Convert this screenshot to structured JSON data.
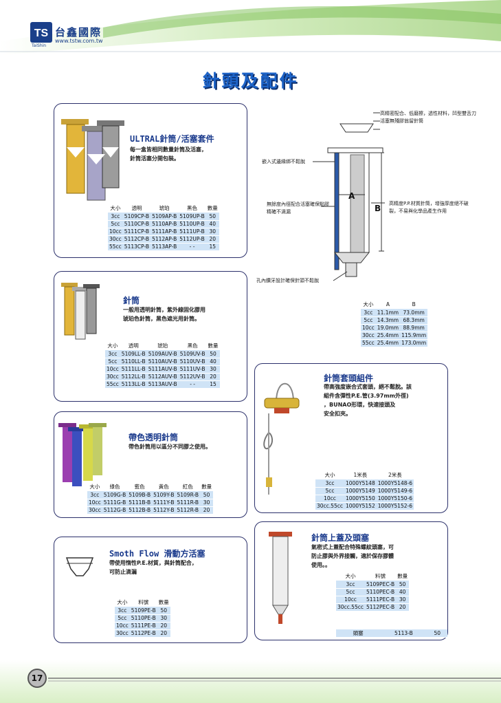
{
  "header": {
    "brand": "台鑫國際",
    "url": "www.tstw.com.tw",
    "logo_sub": "TaiShin",
    "logo_mark": "TS"
  },
  "page_title": "針頭及配件",
  "diagram": {
    "note_cap": "高精密配合、低磨擦，透性材料，凹型雙舌刀活塞無殘膠翁留針筒",
    "note_insert": "嵌入式邊緣綁不鬆脫",
    "note_clean": "無餘度內徑配合活塞確保點膠精確不滴漏",
    "note_pp": "高精度P.P.材質針筒，增強厚度絕不破裂，不易與化學品產生作用",
    "note_thread": "孔內鑽牙設計確保針頭不鬆脫",
    "label_a": "A",
    "label_b": "B"
  },
  "ultral": {
    "title": "ULTRAL針筒/活塞套件",
    "desc1": "每一盒皆相同數量針筒及活塞，",
    "desc2": "針筒活塞分開包裝。",
    "headers": [
      "大小",
      "透明",
      "琥珀",
      "黑色",
      "數量"
    ],
    "rows": [
      [
        "3cc",
        "5109CP-B",
        "5109AP-B",
        "5109UP-B",
        "50"
      ],
      [
        "5cc",
        "5110CP-B",
        "5110AP-B",
        "5110UP-B",
        "40"
      ],
      [
        "10cc",
        "5111CP-B",
        "5111AP-B",
        "5111UP-B",
        "30"
      ],
      [
        "30cc",
        "5112CP-B",
        "5112AP-B",
        "5112UP-B",
        "20"
      ],
      [
        "55cc",
        "5113CP-B",
        "5113AP-B",
        "- -",
        "15"
      ]
    ]
  },
  "dims": {
    "headers": [
      "大小",
      "A",
      "B"
    ],
    "rows": [
      [
        "3cc",
        "11.1mm",
        "73.0mm"
      ],
      [
        "5cc",
        "14.3mm",
        "68.3mm"
      ],
      [
        "10cc",
        "19.0mm",
        "88.9mm"
      ],
      [
        "30cc",
        "25.4mm",
        "115.9mm"
      ],
      [
        "55cc",
        "25.4mm",
        "173.0mm"
      ]
    ]
  },
  "syringe": {
    "title": "針筒",
    "desc1": "一般用透明針筒，紫外線固化膠用",
    "desc2": "琥珀色針筒，黑色遮光用針筒。",
    "headers": [
      "大小",
      "透明",
      "琥珀",
      "黑色",
      "數量"
    ],
    "rows": [
      [
        "3cc",
        "5109LL-B",
        "5109AUV-B",
        "5109UV-B",
        "50"
      ],
      [
        "5cc",
        "5110LL-B",
        "5110AUV-B",
        "5110UV-B",
        "40"
      ],
      [
        "10cc",
        "5111LL-B",
        "5111AUV-B",
        "5111UV-B",
        "30"
      ],
      [
        "30cc",
        "5112LL-B",
        "5112AUV-B",
        "5112UV-B",
        "20"
      ],
      [
        "55cc",
        "5113LL-B",
        "5113AUV-B",
        "- -",
        "15"
      ]
    ]
  },
  "connector": {
    "title": "針筒套頭組件",
    "desc1": "帶高強度嵌合式套頭，絕不鬆脫。該",
    "desc2": "組件含彈性P.E.管(3.97mm外徑)",
    "desc3": "，BUNAO形環，快速接頭及",
    "desc4": "安全扣夾。",
    "headers": [
      "大小",
      "1米長",
      "2米長"
    ],
    "rows": [
      [
        "3cc",
        "1000Y5148",
        "1000Y5148-6"
      ],
      [
        "5cc",
        "1000Y5149",
        "1000Y5149-6"
      ],
      [
        "10cc",
        "1000Y5150",
        "1000Y5150-6"
      ],
      [
        "30cc.55cc",
        "1000Y5152",
        "1000Y5152-6"
      ]
    ]
  },
  "colored": {
    "title": "帶色透明針筒",
    "desc1": "帶色針筒用以區分不同膠之使用。",
    "headers": [
      "大小",
      "綠色",
      "藍色",
      "黃色",
      "紅色",
      "數量"
    ],
    "rows": [
      [
        "3cc",
        "5109G-B",
        "5109B-B",
        "5109Y-B",
        "5109R-B",
        "50"
      ],
      [
        "10cc",
        "5111G-B",
        "5111B-B",
        "5111Y-B",
        "5111R-B",
        "30"
      ],
      [
        "30cc",
        "5112G-B",
        "5112B-B",
        "5112Y-B",
        "5112R-B",
        "20"
      ]
    ]
  },
  "piston": {
    "title": "Smoth Flow 滑動方活塞",
    "desc1": "帶使用惰性P.E.材質，與針筒配合，",
    "desc2": "可防止滴漏",
    "headers": [
      "大小",
      "料號",
      "數量"
    ],
    "rows": [
      [
        "3cc",
        "5109PE-B",
        "50"
      ],
      [
        "5cc",
        "5110PE-B",
        "30"
      ],
      [
        "10cc",
        "5111PE-B",
        "20"
      ],
      [
        "30cc",
        "5112PE-B",
        "20"
      ]
    ]
  },
  "caps": {
    "title": "針筒上蓋及頭塞",
    "desc1": "氣密式上蓋配合特殊螺紋頭塞，可",
    "desc2": "防止膠與外界接觸，適於保存膠體",
    "desc3": "使用。。",
    "headers": [
      "大小",
      "料號",
      "數量"
    ],
    "rows": [
      [
        "3cc",
        "5109PEC-B",
        "50"
      ],
      [
        "5cc",
        "5110PEC-B",
        "40"
      ],
      [
        "10cc",
        "5111PEC-B",
        "30"
      ],
      [
        "30cc.55cc",
        "5112PEC-B",
        "20"
      ]
    ],
    "plug": [
      "頭塞",
      "5113-B",
      "50"
    ]
  },
  "page_number": "17",
  "colors": {
    "accent": "#1e64c8",
    "frame": "#2a2f6a",
    "cell": "#cfe3f6"
  }
}
